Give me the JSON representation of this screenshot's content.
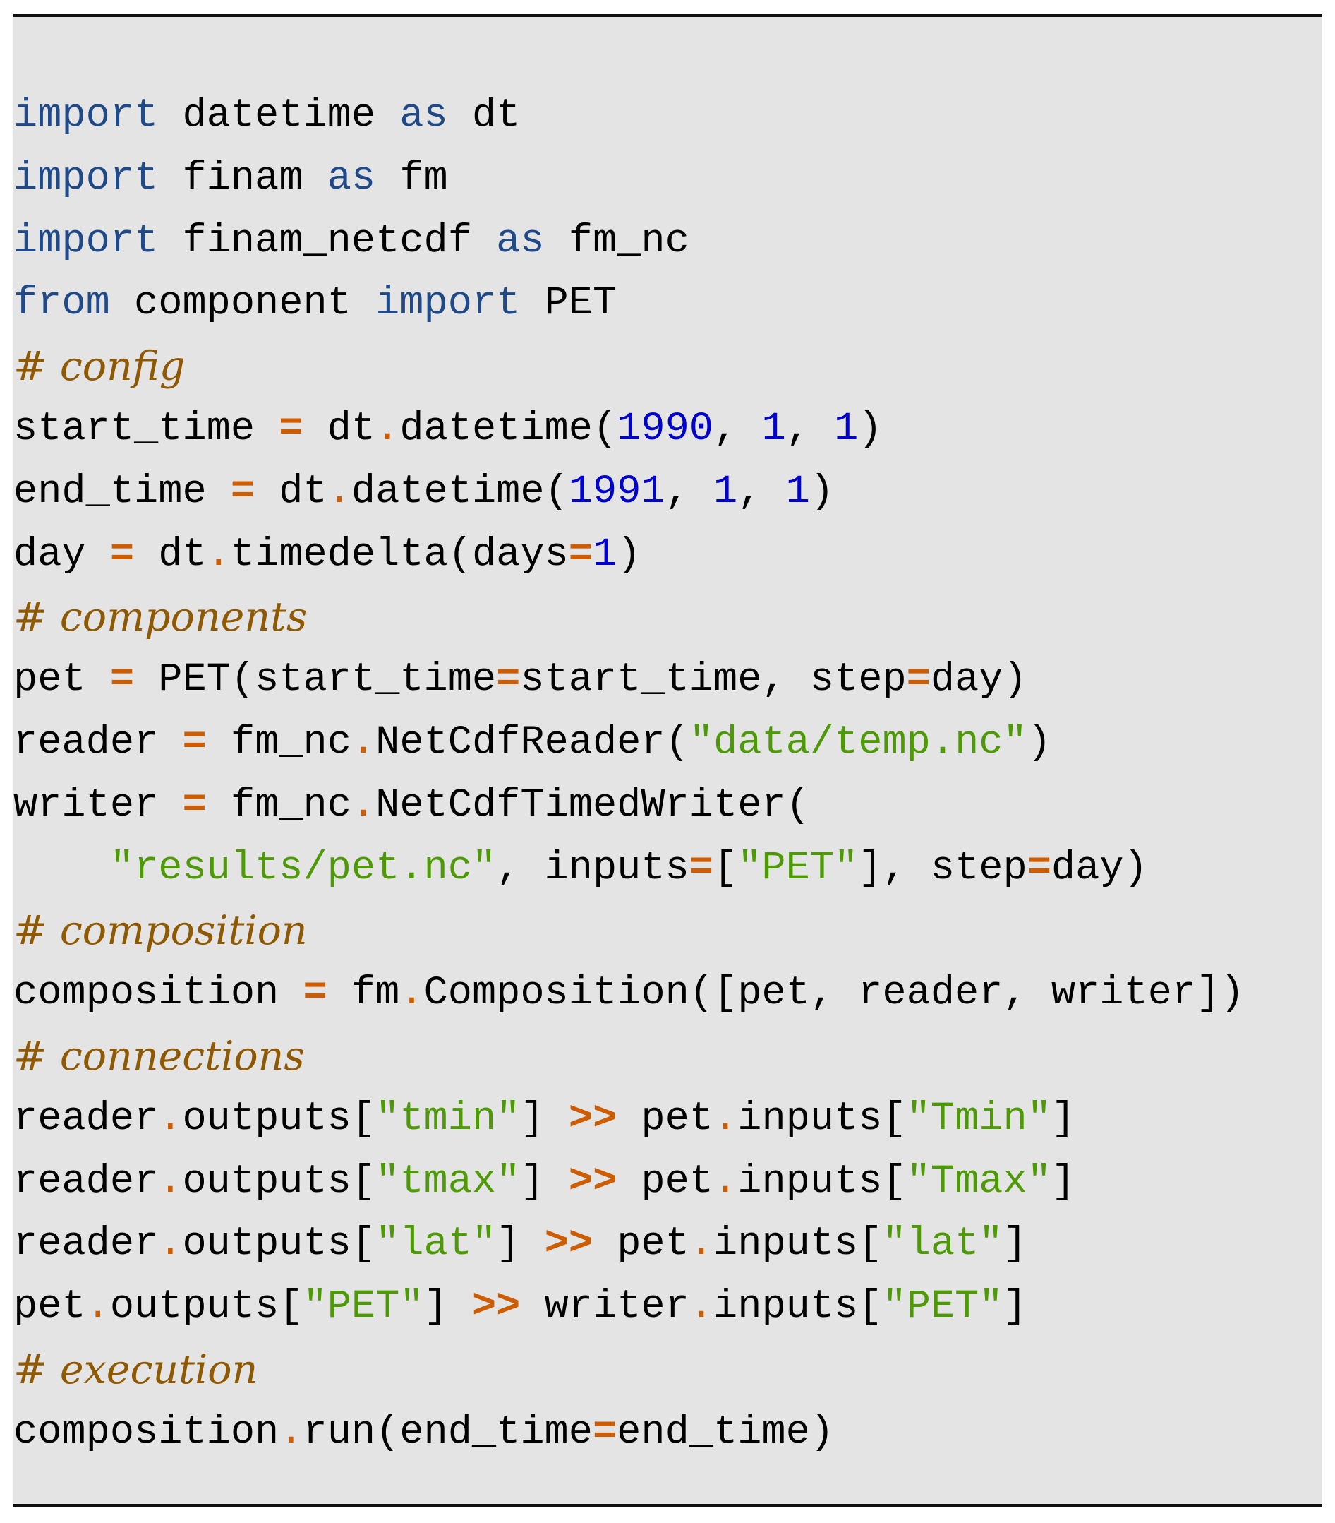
{
  "colors": {
    "background": "#e4e4e4",
    "rule": "#111111",
    "keyword": "#204a87",
    "number": "#0000cf",
    "string": "#4e9a06",
    "operator": "#ce5c00",
    "comment": "#8f5902",
    "text": "#000000"
  },
  "code": {
    "language": "python",
    "lines": [
      [
        {
          "t": "kw",
          "v": "import"
        },
        {
          "t": "tx",
          "v": " datetime "
        },
        {
          "t": "kw",
          "v": "as"
        },
        {
          "t": "tx",
          "v": " dt"
        }
      ],
      [
        {
          "t": "kw",
          "v": "import"
        },
        {
          "t": "tx",
          "v": " finam "
        },
        {
          "t": "kw",
          "v": "as"
        },
        {
          "t": "tx",
          "v": " fm"
        }
      ],
      [
        {
          "t": "kw",
          "v": "import"
        },
        {
          "t": "tx",
          "v": " finam_netcdf "
        },
        {
          "t": "kw",
          "v": "as"
        },
        {
          "t": "tx",
          "v": " fm_nc"
        }
      ],
      [
        {
          "t": "kw",
          "v": "from"
        },
        {
          "t": "tx",
          "v": " component "
        },
        {
          "t": "kw",
          "v": "import"
        },
        {
          "t": "tx",
          "v": " PET"
        }
      ],
      [
        {
          "t": "cm",
          "v": "# config"
        }
      ],
      [
        {
          "t": "tx",
          "v": "start_time "
        },
        {
          "t": "op",
          "v": "="
        },
        {
          "t": "tx",
          "v": " dt"
        },
        {
          "t": "dot",
          "v": "."
        },
        {
          "t": "tx",
          "v": "datetime("
        },
        {
          "t": "num",
          "v": "1990"
        },
        {
          "t": "tx",
          "v": ", "
        },
        {
          "t": "num",
          "v": "1"
        },
        {
          "t": "tx",
          "v": ", "
        },
        {
          "t": "num",
          "v": "1"
        },
        {
          "t": "tx",
          "v": ")"
        }
      ],
      [
        {
          "t": "tx",
          "v": "end_time "
        },
        {
          "t": "op",
          "v": "="
        },
        {
          "t": "tx",
          "v": " dt"
        },
        {
          "t": "dot",
          "v": "."
        },
        {
          "t": "tx",
          "v": "datetime("
        },
        {
          "t": "num",
          "v": "1991"
        },
        {
          "t": "tx",
          "v": ", "
        },
        {
          "t": "num",
          "v": "1"
        },
        {
          "t": "tx",
          "v": ", "
        },
        {
          "t": "num",
          "v": "1"
        },
        {
          "t": "tx",
          "v": ")"
        }
      ],
      [
        {
          "t": "tx",
          "v": "day "
        },
        {
          "t": "op",
          "v": "="
        },
        {
          "t": "tx",
          "v": " dt"
        },
        {
          "t": "dot",
          "v": "."
        },
        {
          "t": "tx",
          "v": "timedelta(days"
        },
        {
          "t": "op",
          "v": "="
        },
        {
          "t": "num",
          "v": "1"
        },
        {
          "t": "tx",
          "v": ")"
        }
      ],
      [
        {
          "t": "cm",
          "v": "# components"
        }
      ],
      [
        {
          "t": "tx",
          "v": "pet "
        },
        {
          "t": "op",
          "v": "="
        },
        {
          "t": "tx",
          "v": " PET(start_time"
        },
        {
          "t": "op",
          "v": "="
        },
        {
          "t": "tx",
          "v": "start_time, step"
        },
        {
          "t": "op",
          "v": "="
        },
        {
          "t": "tx",
          "v": "day)"
        }
      ],
      [
        {
          "t": "tx",
          "v": "reader "
        },
        {
          "t": "op",
          "v": "="
        },
        {
          "t": "tx",
          "v": " fm_nc"
        },
        {
          "t": "dot",
          "v": "."
        },
        {
          "t": "tx",
          "v": "NetCdfReader("
        },
        {
          "t": "str",
          "v": "\"data/temp.nc\""
        },
        {
          "t": "tx",
          "v": ")"
        }
      ],
      [
        {
          "t": "tx",
          "v": "writer "
        },
        {
          "t": "op",
          "v": "="
        },
        {
          "t": "tx",
          "v": " fm_nc"
        },
        {
          "t": "dot",
          "v": "."
        },
        {
          "t": "tx",
          "v": "NetCdfTimedWriter("
        }
      ],
      [
        {
          "t": "tx",
          "v": "    "
        },
        {
          "t": "str",
          "v": "\"results/pet.nc\""
        },
        {
          "t": "tx",
          "v": ", inputs"
        },
        {
          "t": "op",
          "v": "="
        },
        {
          "t": "tx",
          "v": "["
        },
        {
          "t": "str",
          "v": "\"PET\""
        },
        {
          "t": "tx",
          "v": "], step"
        },
        {
          "t": "op",
          "v": "="
        },
        {
          "t": "tx",
          "v": "day)"
        }
      ],
      [
        {
          "t": "cm",
          "v": "# composition"
        }
      ],
      [
        {
          "t": "tx",
          "v": "composition "
        },
        {
          "t": "op",
          "v": "="
        },
        {
          "t": "tx",
          "v": " fm"
        },
        {
          "t": "dot",
          "v": "."
        },
        {
          "t": "tx",
          "v": "Composition([pet, reader, writer])"
        }
      ],
      [
        {
          "t": "cm",
          "v": "# connections"
        }
      ],
      [
        {
          "t": "tx",
          "v": "reader"
        },
        {
          "t": "dot",
          "v": "."
        },
        {
          "t": "tx",
          "v": "outputs["
        },
        {
          "t": "str",
          "v": "\"tmin\""
        },
        {
          "t": "tx",
          "v": "] "
        },
        {
          "t": "op",
          "v": ">>"
        },
        {
          "t": "tx",
          "v": " pet"
        },
        {
          "t": "dot",
          "v": "."
        },
        {
          "t": "tx",
          "v": "inputs["
        },
        {
          "t": "str",
          "v": "\"Tmin\""
        },
        {
          "t": "tx",
          "v": "]"
        }
      ],
      [
        {
          "t": "tx",
          "v": "reader"
        },
        {
          "t": "dot",
          "v": "."
        },
        {
          "t": "tx",
          "v": "outputs["
        },
        {
          "t": "str",
          "v": "\"tmax\""
        },
        {
          "t": "tx",
          "v": "] "
        },
        {
          "t": "op",
          "v": ">>"
        },
        {
          "t": "tx",
          "v": " pet"
        },
        {
          "t": "dot",
          "v": "."
        },
        {
          "t": "tx",
          "v": "inputs["
        },
        {
          "t": "str",
          "v": "\"Tmax\""
        },
        {
          "t": "tx",
          "v": "]"
        }
      ],
      [
        {
          "t": "tx",
          "v": "reader"
        },
        {
          "t": "dot",
          "v": "."
        },
        {
          "t": "tx",
          "v": "outputs["
        },
        {
          "t": "str",
          "v": "\"lat\""
        },
        {
          "t": "tx",
          "v": "] "
        },
        {
          "t": "op",
          "v": ">>"
        },
        {
          "t": "tx",
          "v": " pet"
        },
        {
          "t": "dot",
          "v": "."
        },
        {
          "t": "tx",
          "v": "inputs["
        },
        {
          "t": "str",
          "v": "\"lat\""
        },
        {
          "t": "tx",
          "v": "]"
        }
      ],
      [
        {
          "t": "tx",
          "v": "pet"
        },
        {
          "t": "dot",
          "v": "."
        },
        {
          "t": "tx",
          "v": "outputs["
        },
        {
          "t": "str",
          "v": "\"PET\""
        },
        {
          "t": "tx",
          "v": "] "
        },
        {
          "t": "op",
          "v": ">>"
        },
        {
          "t": "tx",
          "v": " writer"
        },
        {
          "t": "dot",
          "v": "."
        },
        {
          "t": "tx",
          "v": "inputs["
        },
        {
          "t": "str",
          "v": "\"PET\""
        },
        {
          "t": "tx",
          "v": "]"
        }
      ],
      [
        {
          "t": "cm",
          "v": "# execution"
        }
      ],
      [
        {
          "t": "tx",
          "v": "composition"
        },
        {
          "t": "dot",
          "v": "."
        },
        {
          "t": "tx",
          "v": "run(end_time"
        },
        {
          "t": "op",
          "v": "="
        },
        {
          "t": "tx",
          "v": "end_time)"
        }
      ]
    ]
  }
}
